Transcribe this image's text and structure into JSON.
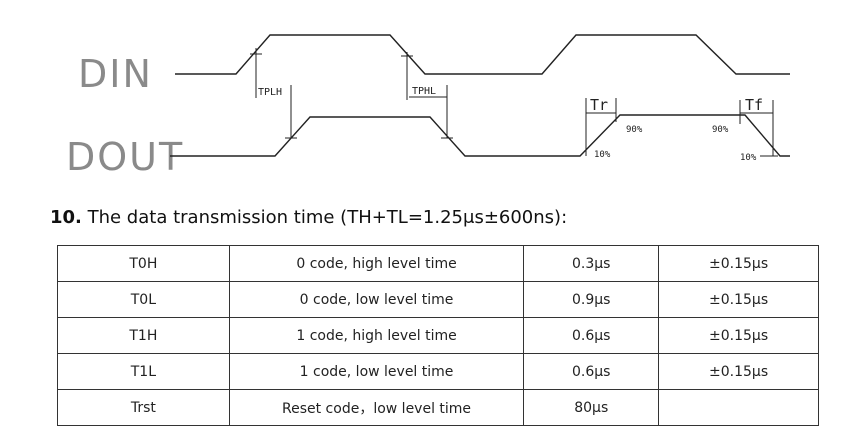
{
  "diagram": {
    "din_label": "DIN",
    "dout_label": "DOUT",
    "tplh_label": "TPLH",
    "tphl_label": "TPHL",
    "tr_label": "Tr",
    "tf_label": "Tf",
    "rise_90_label": "90%",
    "rise_10_label": "10%",
    "fall_90_label": "90%",
    "fall_10_label": "10%"
  },
  "section": {
    "number": "10.",
    "title": " The data transmission time (TH+TL=1.25μs±600ns):"
  },
  "table": {
    "rows": [
      {
        "symbol": "T0H",
        "description": "0 code, high level time",
        "value": "0.3μs",
        "tolerance": "±0.15μs"
      },
      {
        "symbol": "T0L",
        "description": "0 code, low level time",
        "value": "0.9μs",
        "tolerance": "±0.15μs"
      },
      {
        "symbol": "T1H",
        "description": "1 code, high level time",
        "value": "0.6μs",
        "tolerance": "±0.15μs"
      },
      {
        "symbol": "T1L",
        "description": "1 code, low level time",
        "value": "0.6μs",
        "tolerance": "±0.15μs"
      },
      {
        "symbol": "Trst",
        "description": "Reset code，low level time",
        "value": "80μs",
        "tolerance": ""
      }
    ]
  }
}
